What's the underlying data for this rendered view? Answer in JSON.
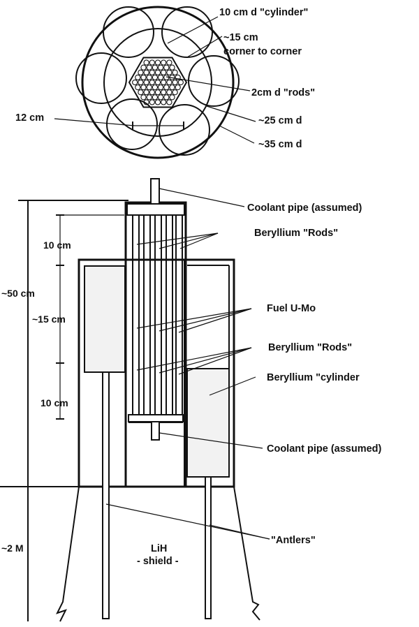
{
  "cross_section": {
    "labels": {
      "cylinder": "10 cm d \"cylinder\"",
      "corner_1": "~15 cm",
      "corner_2": "corner to corner",
      "rods": "2cm d \"rods\"",
      "d25": "~25 cm d",
      "d35": "~35 cm d",
      "width12": "12 cm"
    }
  },
  "elevation": {
    "labels": {
      "coolant_top": "Coolant pipe (assumed)",
      "be_rods_top": "Beryllium \"Rods\"",
      "fuel": "Fuel U-Mo",
      "be_rods_bottom": "Beryllium \"Rods\"",
      "be_cylinder": "Beryllium \"cylinder",
      "coolant_bottom": "Coolant pipe (assumed)",
      "antlers": "\"Antlers\"",
      "lih_1": "LiH",
      "lih_2": "- shield -"
    },
    "dimensions": {
      "d10_top": "10 cm",
      "d50": "~50 cm",
      "d15": "~15 cm",
      "d10_bottom": "10 cm",
      "d2m": "~2 M"
    }
  },
  "colors": {
    "ink": "#111111",
    "background": "#ffffff",
    "fill_light": "#f2f2f2"
  }
}
